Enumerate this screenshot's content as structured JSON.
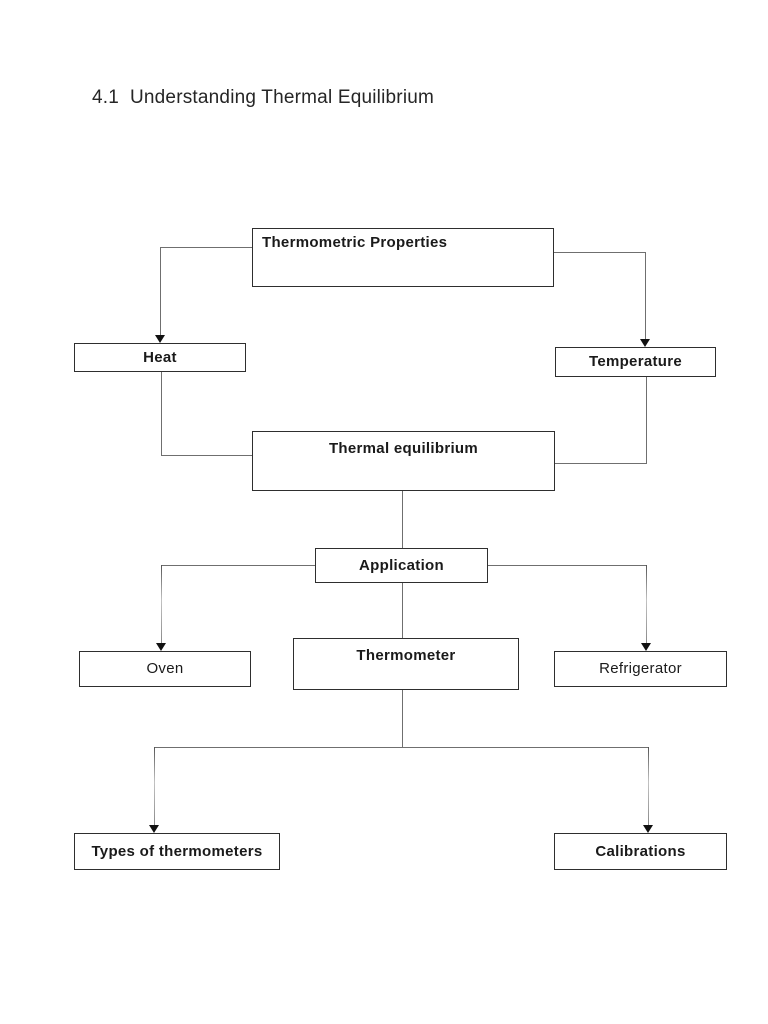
{
  "page": {
    "title": "4.1  Understanding Thermal Equilibrium"
  },
  "diagram": {
    "nodes": {
      "thermometric_properties": {
        "label": "Thermometric Properties"
      },
      "heat": {
        "label": "Heat"
      },
      "temperature": {
        "label": "Temperature"
      },
      "thermal_equilibrium": {
        "label": "Thermal equilibrium"
      },
      "application": {
        "label": "Application"
      },
      "oven": {
        "label": "Oven"
      },
      "thermometer": {
        "label": "Thermometer"
      },
      "refrigerator": {
        "label": "Refrigerator"
      },
      "types_of_thermometers": {
        "label": "Types of thermometers"
      },
      "calibrations": {
        "label": "Calibrations"
      }
    },
    "colors": {
      "box_border": "#2e2e2e",
      "connector": "#6f6f6f",
      "arrow": "#111111",
      "text": "#1a1a1a",
      "page_background": "#ffffff"
    }
  }
}
